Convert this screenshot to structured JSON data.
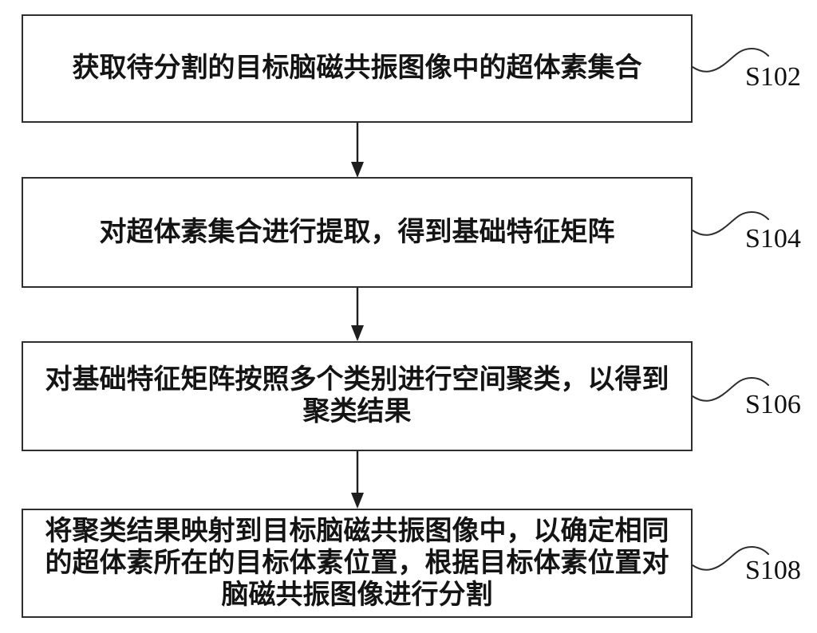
{
  "figure": {
    "type": "flowchart",
    "background_color": "#ffffff",
    "line_color": "#2e2e2e",
    "text_color": "#141414"
  },
  "icons": {
    "down-arrow": "▼",
    "reference-squiggle": "〜"
  },
  "steps": [
    {
      "label": "S102",
      "lines": [
        "获取待分割的目标脑磁共振图像中的超体素集合"
      ]
    },
    {
      "label": "S104",
      "lines": [
        "对超体素集合进行提取，得到基础特征矩阵"
      ]
    },
    {
      "label": "S106",
      "lines": [
        "对基础特征矩阵按照多个类别进行空间聚类，以得到",
        "聚类结果"
      ]
    },
    {
      "label": "S108",
      "lines": [
        "将聚类结果映射到目标脑磁共振图像中，以确定相同",
        "的超体素所在的目标体素位置，根据目标体素位置对",
        "脑磁共振图像进行分割"
      ]
    }
  ]
}
